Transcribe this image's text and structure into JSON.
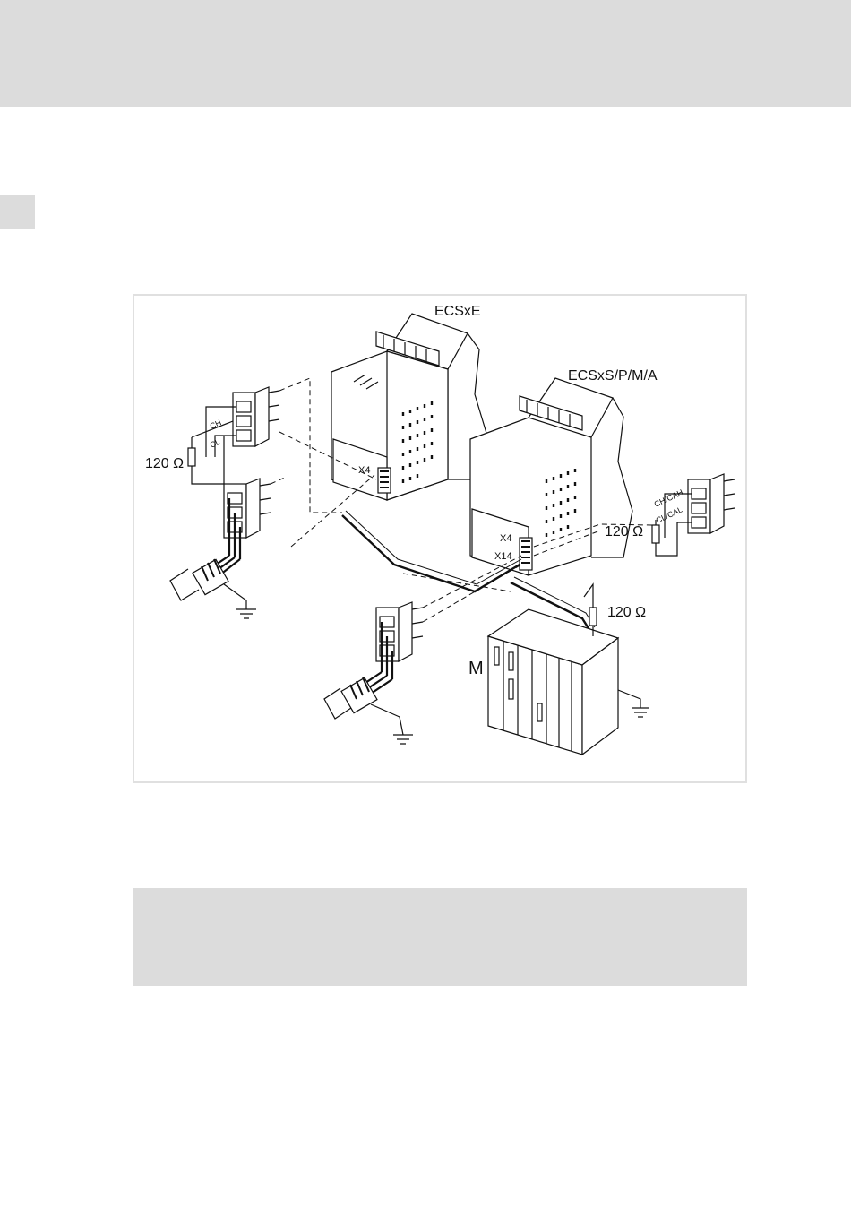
{
  "figure": {
    "device_left_label": "ECSxE",
    "device_right_label": "ECSxS/P/M/A",
    "resistor_left_label": "120 Ω",
    "resistor_right_label": "120 Ω",
    "resistor_master_label": "120 Ω",
    "left_x4_label": "X4",
    "right_x4_label": "X4",
    "right_x14_label": "X14",
    "master_label": "M",
    "left_ch_label": "CH",
    "left_cl_label": "CL",
    "right_ch_label": "CH/CAH",
    "right_cl_label": "CL/CAL"
  },
  "colors": {
    "band": "#dcdcdc",
    "frame": "#e0e0e0"
  }
}
